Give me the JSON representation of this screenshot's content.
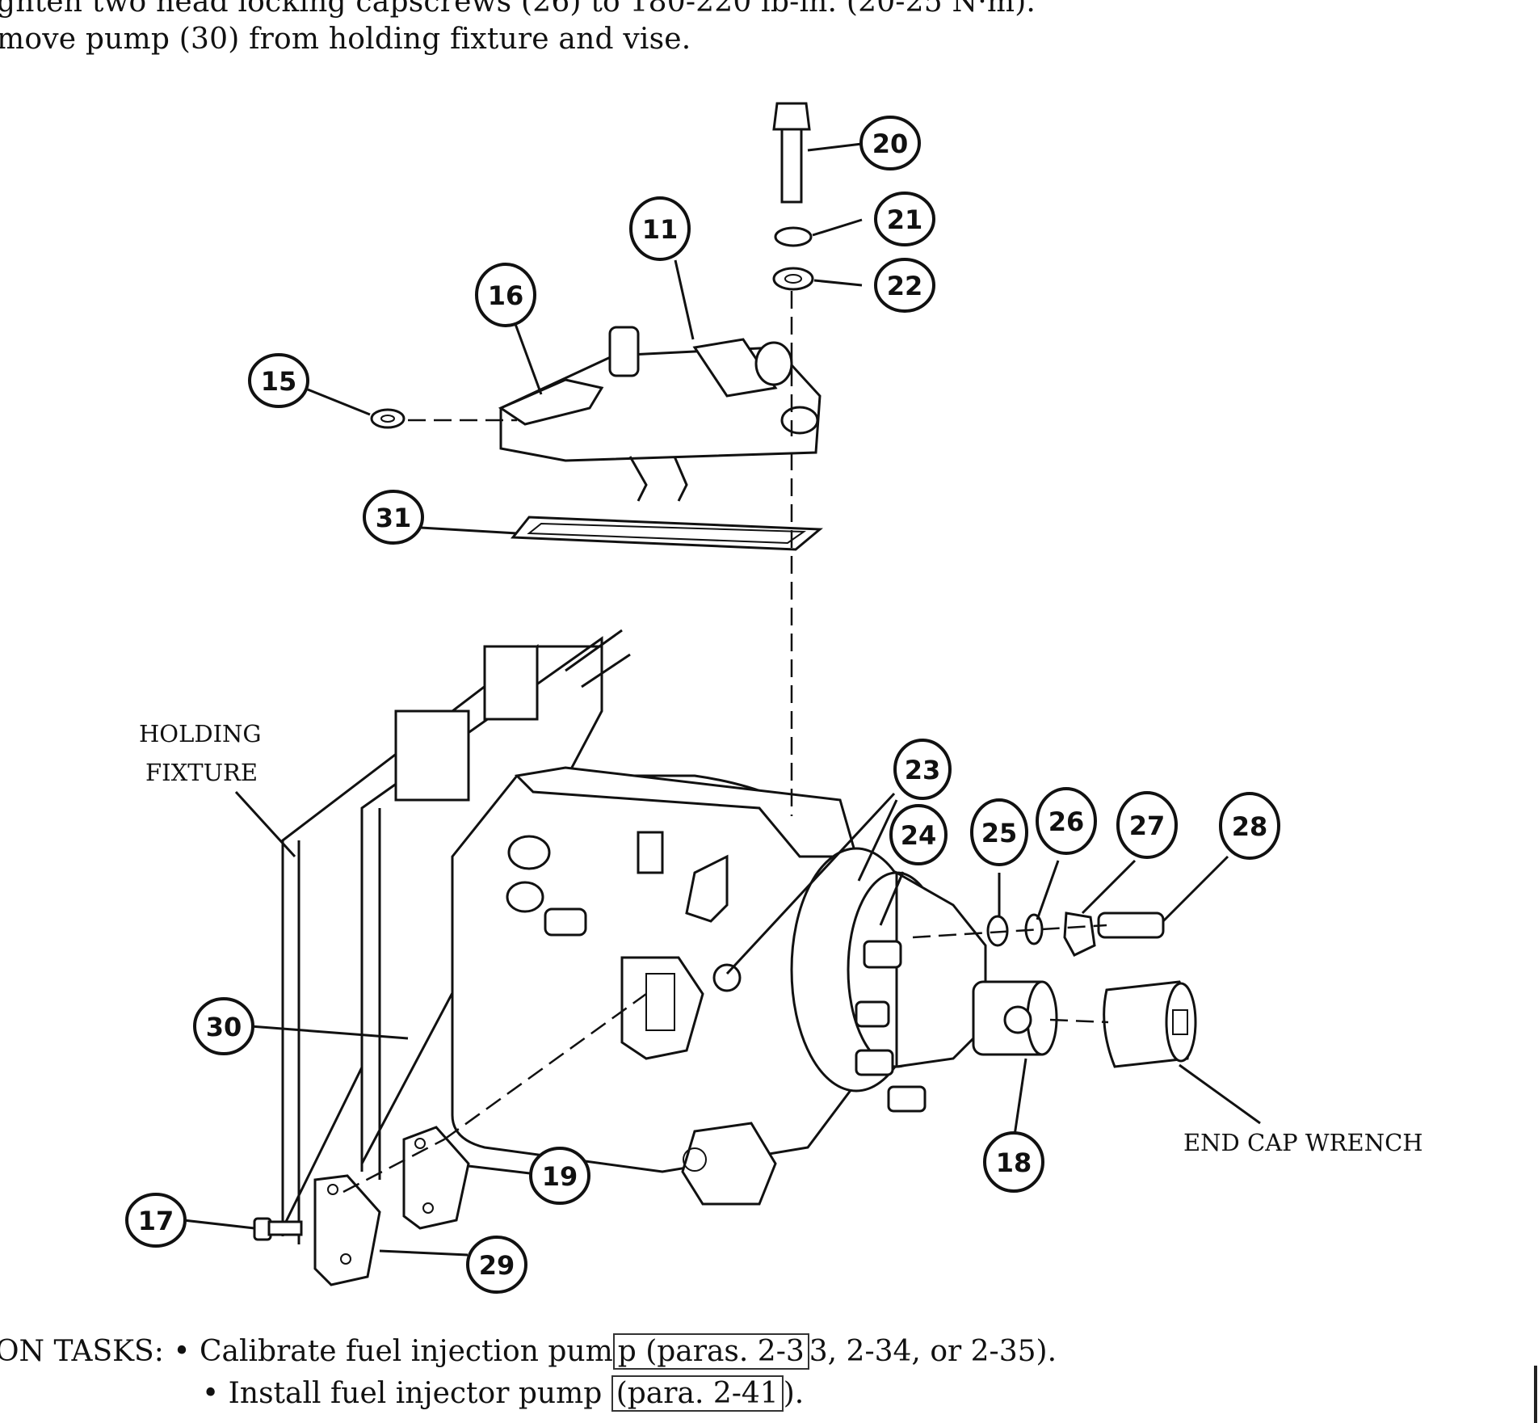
{
  "header": {
    "line_cut": "ghten two head locking capscrews (26) to 180-220 lb-in. (20-25 N·m).",
    "line2": "move pump (30) from holding fixture and vise."
  },
  "figure": {
    "labels": {
      "holding_fixture_1": "HOLDING",
      "holding_fixture_2": "FIXTURE",
      "end_cap_wrench": "END CAP WRENCH"
    },
    "callouts": [
      "11",
      "15",
      "16",
      "17",
      "18",
      "19",
      "20",
      "21",
      "22",
      "23",
      "24",
      "25",
      "26",
      "27",
      "28",
      "29",
      "30",
      "31"
    ]
  },
  "followon": {
    "prefix": "ON TASKS:",
    "task1_text": "• Calibrate fuel injection pum",
    "task1_ref": "p (paras. 2-3",
    "task1_tail": "3, 2-34, or 2-35).",
    "task2_text": "• Install fuel injector pump ",
    "task2_ref": "(para. 2-41",
    "task2_tail": ")."
  }
}
